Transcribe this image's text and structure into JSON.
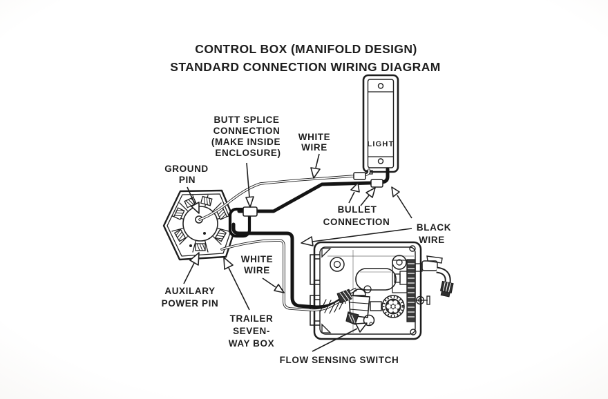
{
  "title": {
    "line1": "CONTROL BOX (MANIFOLD DESIGN)",
    "line2": "STANDARD CONNECTION WIRING DIAGRAM"
  },
  "labels": {
    "butt_splice": {
      "line1": "BUTT SPLICE",
      "line2": "CONNECTION",
      "line3": "(MAKE INSIDE",
      "line4": "ENCLOSURE)"
    },
    "white_wire_upper": {
      "line1": "WHITE",
      "line2": "WIRE"
    },
    "ground_pin": {
      "line1": "GROUND",
      "line2": "PIN"
    },
    "light": {
      "line1": "LIGHT"
    },
    "bullet_connection": {
      "line1": "BULLET",
      "line2": "CONNECTION"
    },
    "black_wire": {
      "line1": "BLACK",
      "line2": "WIRE"
    },
    "white_wire_lower": {
      "line1": "WHITE",
      "line2": "WIRE"
    },
    "auxilary_power_pin": {
      "line1": "AUXILARY",
      "line2": "POWER PIN"
    },
    "trailer_seven_way_box": {
      "line1": "TRAILER",
      "line2": "SEVEN-",
      "line3": "WAY BOX"
    },
    "flow_sensing_switch": {
      "line1": "FLOW SENSING SWITCH"
    }
  },
  "colors": {
    "ink": "#1e1e1e",
    "wire_black": "#141414",
    "wire_white_core": "#ffffff",
    "background_center": "#ffffff",
    "background_edge": "#dddbd8",
    "dark_fill": "#333333"
  }
}
